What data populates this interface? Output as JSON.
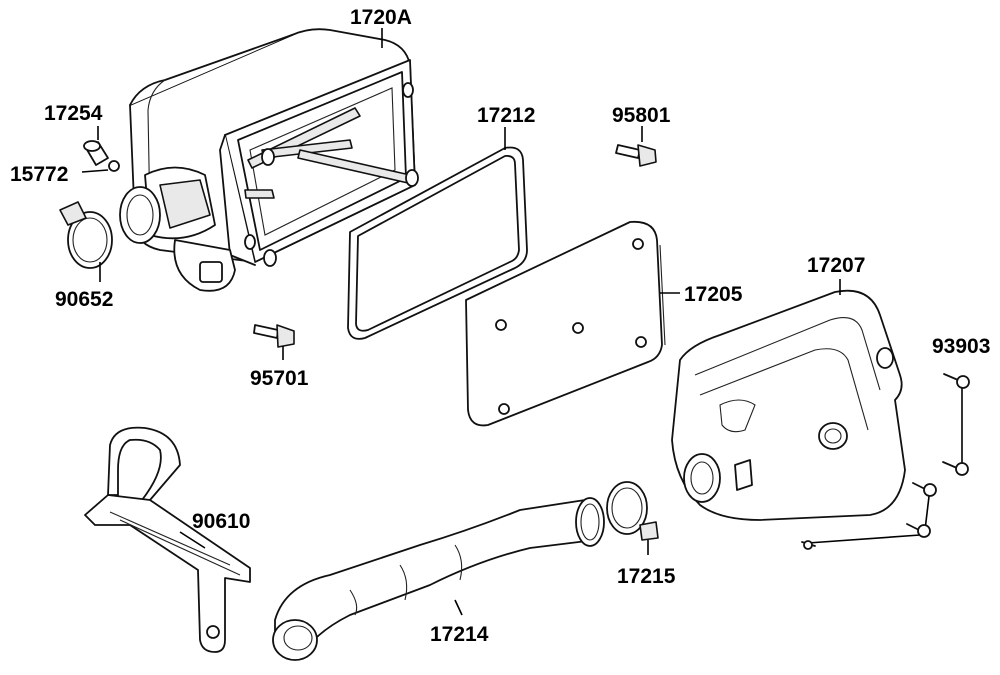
{
  "parts": [
    {
      "key": "p1720A",
      "number": "1720A"
    },
    {
      "key": "p17254",
      "number": "17254"
    },
    {
      "key": "p15772",
      "number": "15772"
    },
    {
      "key": "p90652",
      "number": "90652"
    },
    {
      "key": "p17212",
      "number": "17212"
    },
    {
      "key": "p95801",
      "number": "95801"
    },
    {
      "key": "p95701",
      "number": "95701"
    },
    {
      "key": "p17205",
      "number": "17205"
    },
    {
      "key": "p17207",
      "number": "17207"
    },
    {
      "key": "p93903",
      "number": "93903"
    },
    {
      "key": "p90610",
      "number": "90610"
    },
    {
      "key": "p17215",
      "number": "17215"
    },
    {
      "key": "p17214",
      "number": "17214"
    }
  ],
  "colors": {
    "ink": "#111111",
    "fill": "#ffffff",
    "shade": "#e9e9e9"
  }
}
